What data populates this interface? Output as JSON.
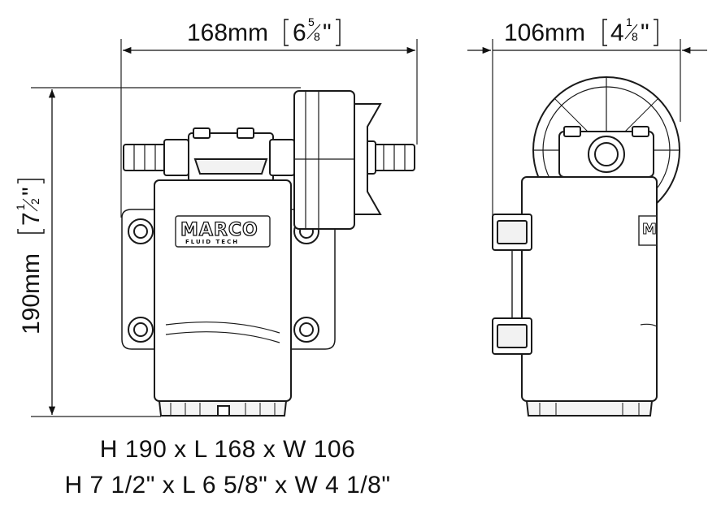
{
  "dimensions": {
    "length": {
      "mm": "168mm",
      "inch_whole": "6",
      "inch_frac_num": "5",
      "inch_frac_den": "8"
    },
    "width": {
      "mm": "106mm",
      "inch_whole": "4",
      "inch_frac_num": "1",
      "inch_frac_den": "8"
    },
    "height": {
      "mm": "190mm",
      "inch_whole": "7",
      "inch_frac_num": "1",
      "inch_frac_den": "2"
    }
  },
  "logo": {
    "brand": "MARCO",
    "subtitle": "FLUID TECH"
  },
  "captions": {
    "metric": "H 190 x L 168 x W 106",
    "imperial": "H 7 1/2\" x L 6 5/8\" x W 4 1/8\""
  },
  "colors": {
    "line": "#1a1a1a",
    "fill": "#ffffff",
    "shade": "#e6e6e6"
  }
}
